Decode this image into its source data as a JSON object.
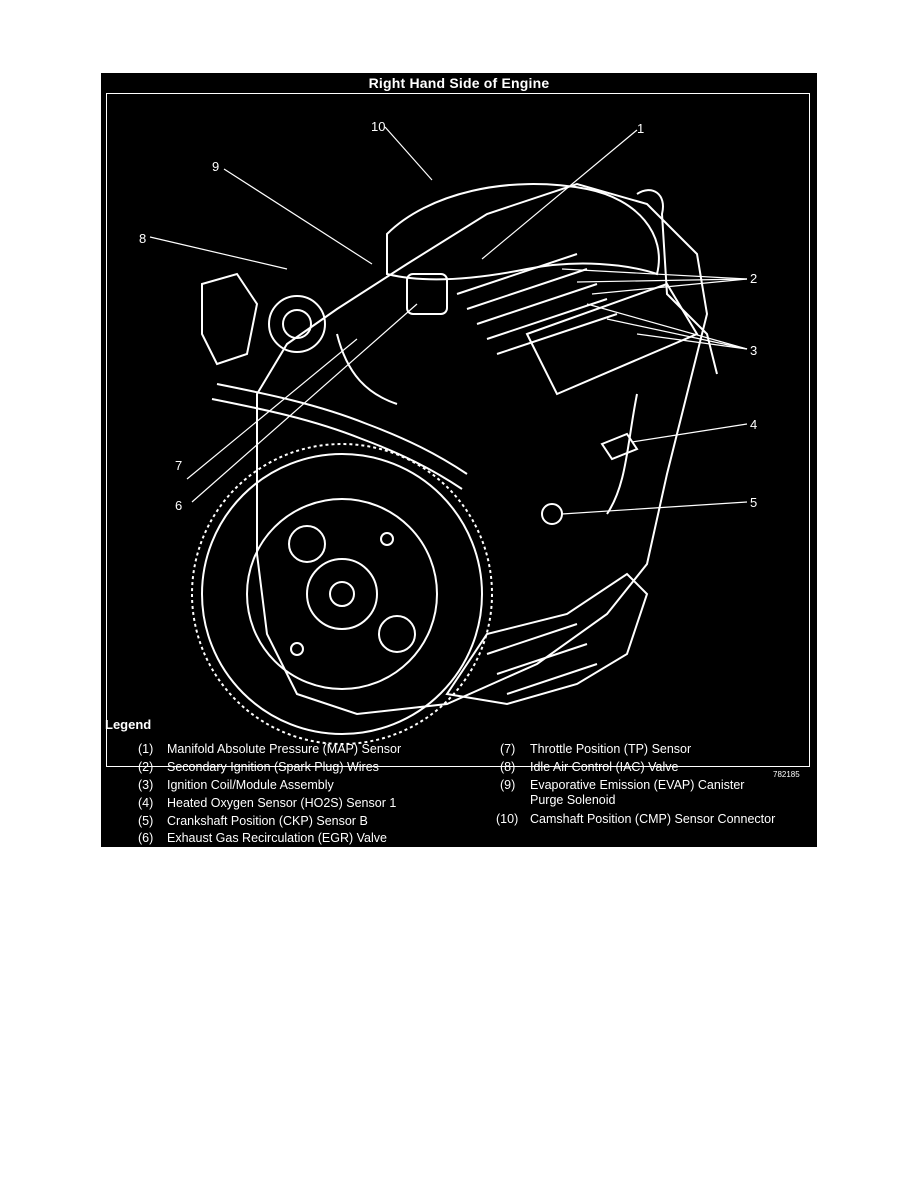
{
  "figure": {
    "title": "Right Hand Side of Engine",
    "figure_id": "782185",
    "callouts": [
      "1",
      "2",
      "3",
      "4",
      "5",
      "6",
      "7",
      "8",
      "9",
      "10"
    ]
  },
  "legend": {
    "heading": "Legend",
    "items": [
      {
        "num": "(1)",
        "text": "Manifold Absolute Pressure (MAP) Sensor"
      },
      {
        "num": "(2)",
        "text": "Secondary Ignition (Spark Plug) Wires"
      },
      {
        "num": "(3)",
        "text": "Ignition Coil/Module Assembly"
      },
      {
        "num": "(4)",
        "text": "Heated Oxygen Sensor (HO2S) Sensor 1"
      },
      {
        "num": "(5)",
        "text": "Crankshaft Position (CKP) Sensor B"
      },
      {
        "num": "(6)",
        "text": "Exhaust Gas Recirculation (EGR) Valve"
      },
      {
        "num": "(7)",
        "text": "Throttle Position (TP) Sensor"
      },
      {
        "num": "(8)",
        "text": "Idle Air Control (IAC) Valve"
      },
      {
        "num": "(9)",
        "text": "Evaporative Emission (EVAP) Canister",
        "text2": "Purge Solenoid"
      },
      {
        "num": "(10)",
        "text": "Camshaft Position (CMP) Sensor Connector"
      }
    ]
  }
}
